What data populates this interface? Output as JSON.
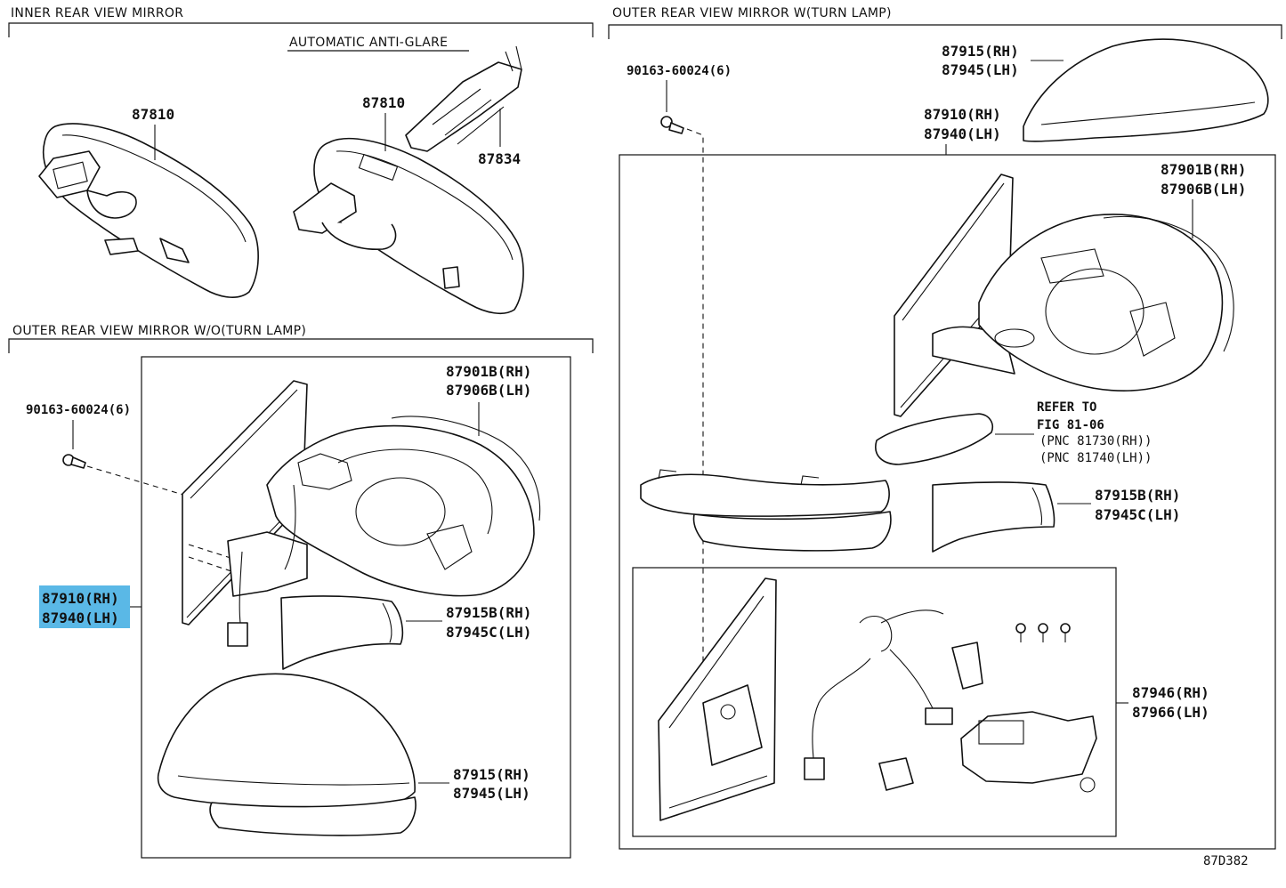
{
  "sections": {
    "inner": {
      "title": "INNER REAR VIEW MIRROR",
      "subtitle": "AUTOMATIC ANTI-GLARE"
    },
    "outer_wo": {
      "title": "OUTER REAR VIEW MIRROR  W/O(TURN LAMP)"
    },
    "outer_w": {
      "title": "OUTER REAR VIEW MIRROR  W(TURN LAMP)"
    }
  },
  "labels": {
    "inner_mirror_std": "87810",
    "inner_mirror_auto": "87810",
    "inner_bracket": "87834",
    "wo_screw": "90163-60024(6)",
    "wo_assy_rh": "87910(RH)",
    "wo_assy_lh": "87940(LH)",
    "wo_mirror_rh": "87901B(RH)",
    "wo_mirror_lh": "87906B(LH)",
    "wo_cover_lower_rh": "87915B(RH)",
    "wo_cover_lower_lh": "87945C(LH)",
    "wo_cover_rh": "87915(RH)",
    "wo_cover_lh": "87945(LH)",
    "w_screw": "90163-60024(6)",
    "w_cover_rh": "87915(RH)",
    "w_cover_lh": "87945(LH)",
    "w_assy_rh": "87910(RH)",
    "w_assy_lh": "87940(LH)",
    "w_mirror_rh": "87901B(RH)",
    "w_mirror_lh": "87906B(LH)",
    "w_refer_1": "REFER TO",
    "w_refer_2": "FIG 81-06",
    "w_refer_3": "(PNC 81730(RH))",
    "w_refer_4": "(PNC 81740(LH))",
    "w_cover_lower_rh": "87915B(RH)",
    "w_cover_lower_lh": "87945C(LH)",
    "w_motor_rh": "87946(RH)",
    "w_motor_lh": "87966(LH)"
  },
  "figure_code": "87D382",
  "highlight_color": "#5ab8e6"
}
